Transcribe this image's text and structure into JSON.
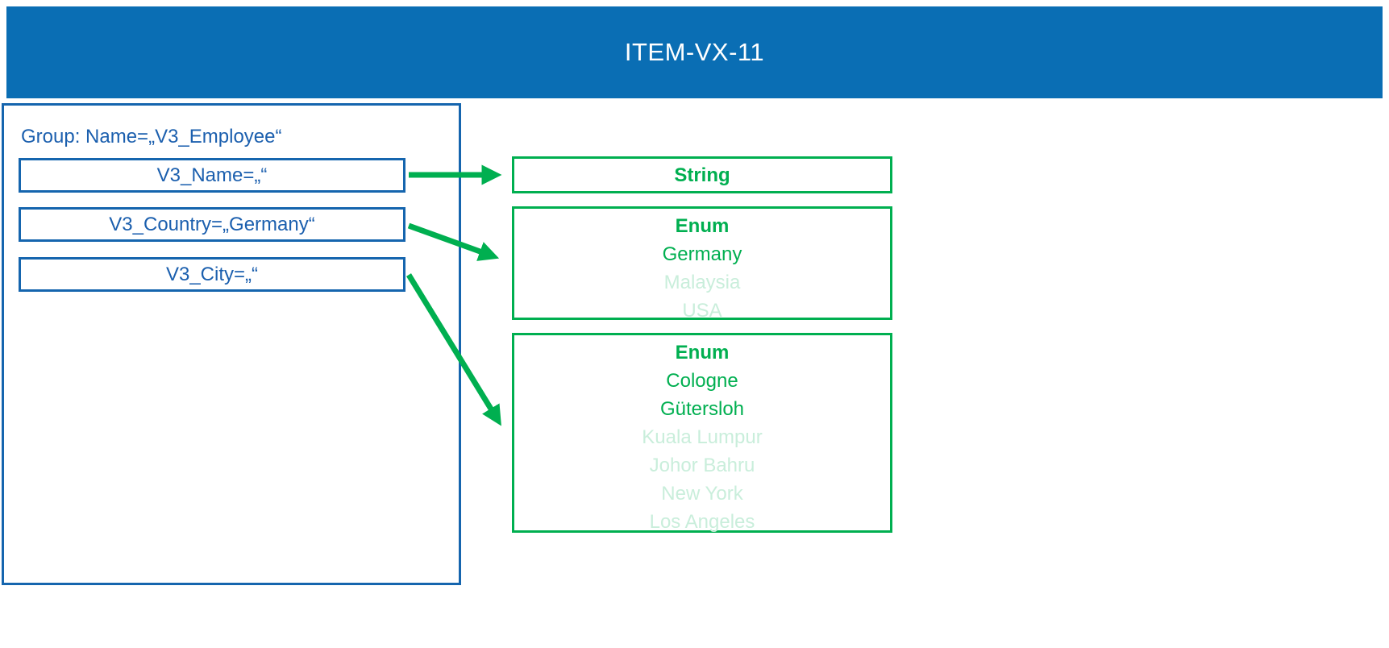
{
  "header": {
    "title": "ITEM-VX-11"
  },
  "group": {
    "label": "Group: Name=„V3_Employee“",
    "fields": [
      {
        "label": "V3_Name=„“"
      },
      {
        "label": "V3_Country=„Germany“"
      },
      {
        "label": "V3_City=„“"
      }
    ]
  },
  "types": [
    {
      "title": "String",
      "options": []
    },
    {
      "title": "Enum",
      "options": [
        {
          "label": "Germany",
          "active": true
        },
        {
          "label": "Malaysia",
          "active": false
        },
        {
          "label": "USA",
          "active": false
        }
      ]
    },
    {
      "title": "Enum",
      "options": [
        {
          "label": "Cologne",
          "active": true
        },
        {
          "label": "Gütersloh",
          "active": true
        },
        {
          "label": "Kuala Lumpur",
          "active": false
        },
        {
          "label": "Johor Bahru",
          "active": false
        },
        {
          "label": "New York",
          "active": false
        },
        {
          "label": "Los Angeles",
          "active": false
        }
      ]
    }
  ],
  "colors": {
    "header_bg": "#0a6eb4",
    "blue_border": "#1565ae",
    "blue_text": "#1b5fae",
    "green": "#00af50",
    "green_faded": "#c9eedb"
  }
}
